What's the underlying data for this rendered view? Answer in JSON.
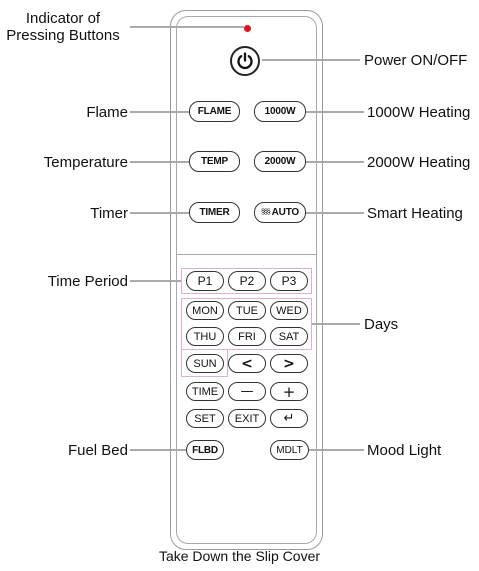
{
  "labels": {
    "indicator": "Indicator of\nPressing Buttons",
    "power": "Power ON/OFF",
    "flame": "Flame",
    "heating_1000": "1000W Heating",
    "temperature": "Temperature",
    "heating_2000": "2000W Heating",
    "timer": "Timer",
    "smart_heating": "Smart Heating",
    "time_period": "Time Period",
    "days": "Days",
    "fuel_bed": "Fuel Bed",
    "mood_light": "Mood Light"
  },
  "buttons": {
    "flame": "FLAME",
    "w1000": "1000W",
    "temp": "TEMP",
    "w2000": "2000W",
    "timer": "TIMER",
    "auto": "AUTO",
    "auto_symbol": "§§§",
    "p1": "P1",
    "p2": "P2",
    "p3": "P3",
    "mon": "MON",
    "tue": "TUE",
    "wed": "WED",
    "thu": "THU",
    "fri": "FRI",
    "sat": "SAT",
    "sun": "SUN",
    "left": "<",
    "right": ">",
    "time": "TIME",
    "minus": "—",
    "plus": "+",
    "set": "SET",
    "exit": "EXIT",
    "enter": "↵",
    "flbd": "FLBD",
    "mdlt": "MDLT"
  },
  "caption": "Take Down the Slip Cover",
  "colors": {
    "indicator_led": "#e8101a",
    "group_outline": "#e6a8dd"
  },
  "icons": {
    "power": "power-icon",
    "smart_heat": "heat-waves-icon",
    "enter": "enter-arrow-icon"
  }
}
